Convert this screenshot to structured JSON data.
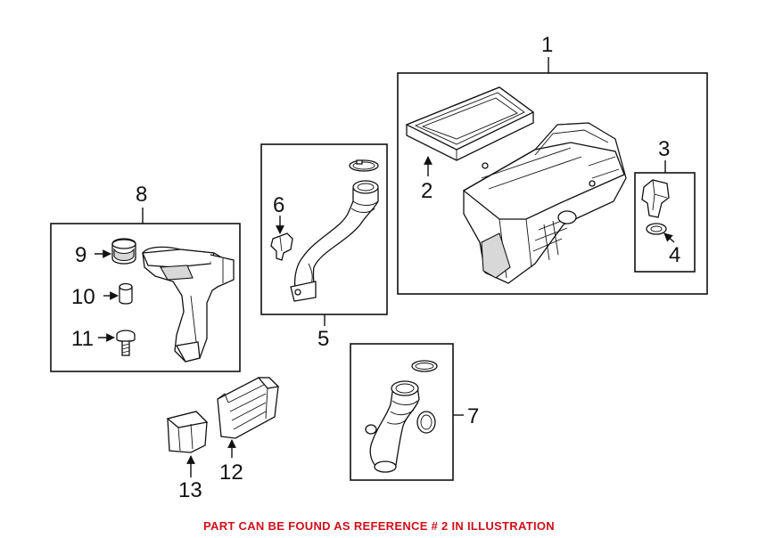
{
  "callouts": {
    "c1": "1",
    "c2": "2",
    "c3": "3",
    "c4": "4",
    "c5": "5",
    "c6": "6",
    "c7": "7",
    "c8": "8",
    "c9": "9",
    "c10": "10",
    "c11": "11",
    "c12": "12",
    "c13": "13"
  },
  "footer": {
    "note": "PART CAN BE FOUND AS REFERENCE # 2 IN ILLUSTRATION"
  },
  "colors": {
    "line": "#111111",
    "note": "#d0101a",
    "background": "#ffffff"
  }
}
